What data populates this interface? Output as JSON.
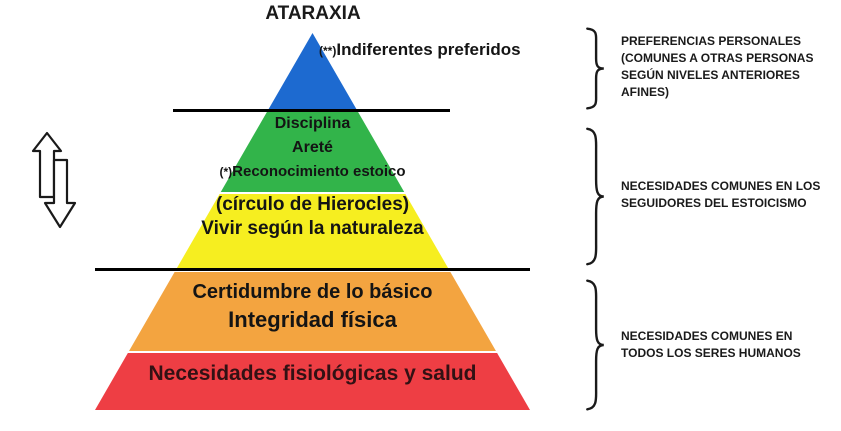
{
  "title": "ATARAXIA",
  "apex_label": {
    "prefix": "(**)",
    "text": "Indiferentes preferidos"
  },
  "pyramid": {
    "levels": [
      {
        "color": "#1d6ad0"
      },
      {
        "color": "#32b44a",
        "line1": "Disciplina",
        "line2": "Areté",
        "line3_prefix": "(*)",
        "line3_text": "Reconocimiento estoico"
      },
      {
        "color": "#f6ee20",
        "line1": "(círculo de Hierocles)",
        "line2": "Vivir según la naturaleza"
      },
      {
        "color": "#f3a440",
        "line1": "Certidumbre de lo básico",
        "line2": "Integridad física"
      },
      {
        "color": "#ee3e44",
        "line1": "Necesidades fisiológicas y salud"
      }
    ]
  },
  "annotations": [
    {
      "lines": [
        "PREFERENCIAS PERSONALES",
        "(COMUNES A OTRAS PERSONAS",
        "SEGÚN NIVELES ANTERIORES",
        "AFINES)"
      ]
    },
    {
      "lines": [
        "NECESIDADES COMUNES EN LOS",
        "SEGUIDORES DEL ESTOICISMO"
      ]
    },
    {
      "lines": [
        "NECESIDADES COMUNES EN",
        "TODOS LOS SERES HUMANOS"
      ]
    }
  ]
}
